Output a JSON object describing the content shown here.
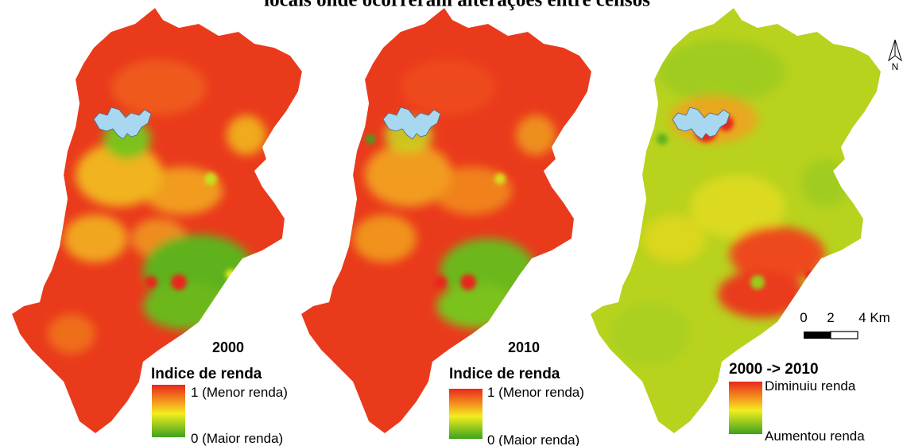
{
  "title": "locais onde ocorreram alterações entre censos",
  "panels": [
    {
      "year": "2000",
      "legend_title": "Indice de renda",
      "legend_high": "1 (Menor renda)",
      "legend_low": "0 (Maior renda)"
    },
    {
      "year": "2010",
      "legend_title": "Indice de renda",
      "legend_high": "1 (Menor renda)",
      "legend_low": "0 (Maior renda)"
    },
    {
      "year": "2000 -> 2010",
      "legend_title": "",
      "legend_high": "Diminuiu renda",
      "legend_low": "Aumentou renda"
    }
  ],
  "scale_bar": {
    "ticks": [
      "0",
      "2",
      "4 Km"
    ]
  },
  "north_arrow": {
    "label": "N"
  },
  "colors": {
    "high": "#e8281c",
    "mid": "#f2ee1e",
    "low": "#3ca21e",
    "water": "#a7d8f0"
  }
}
